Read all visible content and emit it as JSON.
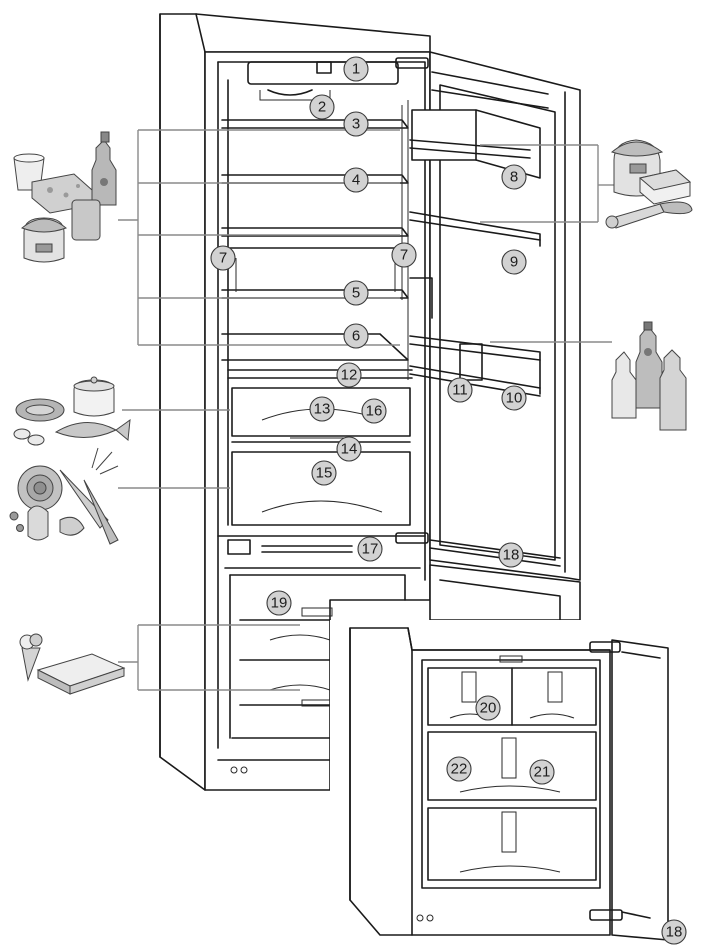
{
  "diagram": {
    "callouts": [
      "1",
      "2",
      "3",
      "4",
      "5",
      "6",
      "7",
      "8",
      "9",
      "10",
      "11",
      "12",
      "13",
      "14",
      "15",
      "16",
      "17",
      "18",
      "19",
      "20",
      "21",
      "22"
    ]
  },
  "colors": {
    "outline": "#1a1a1a",
    "callout_fill": "#d2d2d2",
    "leader": "#8a8a8a",
    "food_gray": "#bdbdbd"
  },
  "icons": [
    "food-group-dairy-icon",
    "food-group-jars-butter-icon",
    "food-group-bottles-icon",
    "food-group-meat-fish-icon",
    "food-group-vegetables-icon",
    "food-group-frozen-icon"
  ]
}
